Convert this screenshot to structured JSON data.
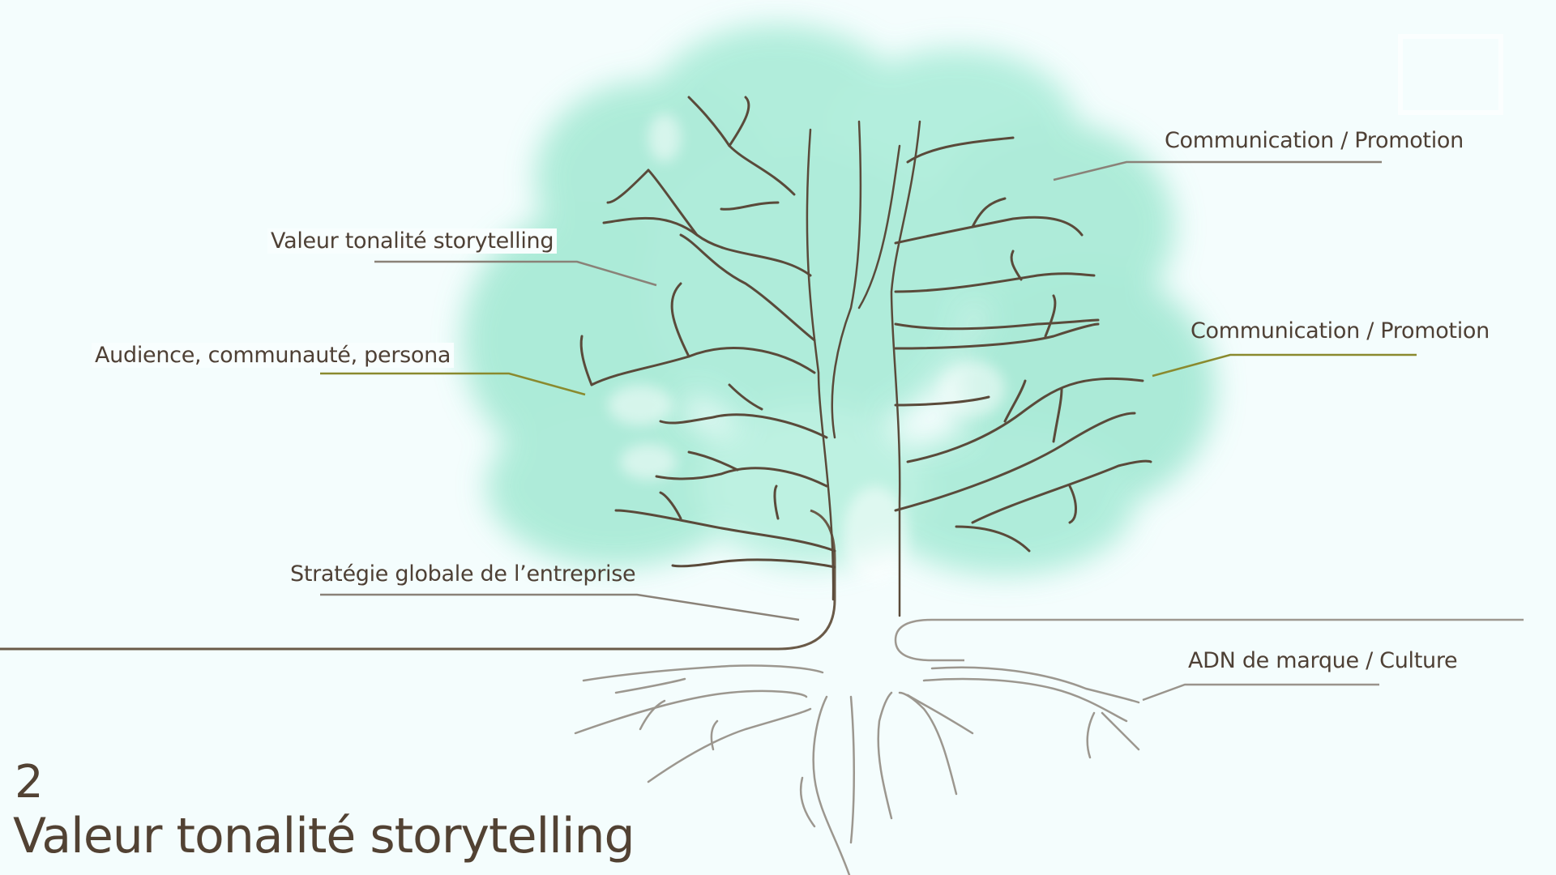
{
  "slide": {
    "number": "2",
    "title": "Valeur tonalité storytelling"
  },
  "labels": [
    {
      "id": "communication-promotion-top",
      "text": "Communication / Promotion",
      "line_color": "#8a8278"
    },
    {
      "id": "valeur-tonalite-storytelling",
      "text": "Valeur tonalité storytelling",
      "line_color": "#8a8278"
    },
    {
      "id": "audience-communaute-persona",
      "text": "Audience, communauté, persona",
      "line_color": "#8a8a2e"
    },
    {
      "id": "communication-promotion-middle",
      "text": "Communication / Promotion",
      "line_color": "#8a8a2e"
    },
    {
      "id": "strategie-globale",
      "text": "Stratégie globale de l’entreprise",
      "line_color": "#8a8278"
    },
    {
      "id": "adn-de-marque",
      "text": "ADN de marque / Culture",
      "line_color": "#9a948c"
    }
  ],
  "colors": {
    "background": "#f4fdfd",
    "text": "#4e4035",
    "foliage": "#9fe8d2",
    "branches": "#5a4a3a",
    "roots": "#9c978f"
  },
  "icons": {
    "watermark": "logo-watermark-icon"
  }
}
